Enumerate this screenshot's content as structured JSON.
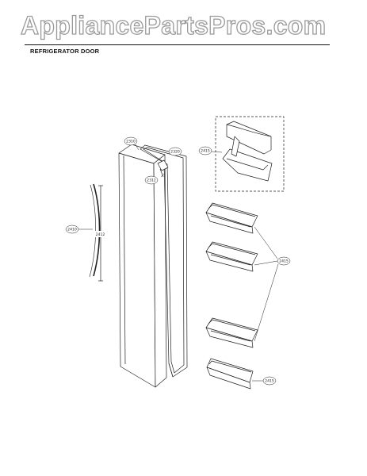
{
  "watermark": {
    "text": "AppliancePartsPros.com"
  },
  "page": {
    "title": "REFRIGERATOR DOOR"
  },
  "callouts": {
    "door_assembly": "2310",
    "gasket": "2320",
    "door_handle": "2410",
    "handle_bracket": "2412",
    "cap_strip": "2312",
    "dairy_basket": "2415",
    "door_bins": "2415",
    "bottom_bin": "2415"
  },
  "colors": {
    "line": "#222222",
    "watermark_outline": "#9a9a9a"
  }
}
